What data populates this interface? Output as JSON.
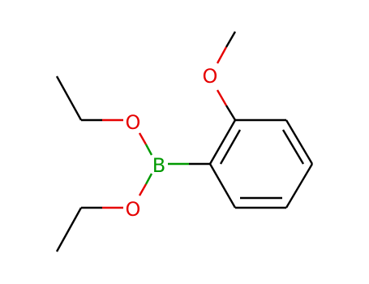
{
  "molecule": {
    "atoms": {
      "o_ethoxy_top": {
        "symbol": "O",
        "color": "#e60000"
      },
      "o_ethoxy_bottom": {
        "symbol": "O",
        "color": "#e60000"
      },
      "o_methoxy": {
        "symbol": "O",
        "color": "#e60000"
      },
      "boron": {
        "symbol": "B",
        "color": "#009900"
      }
    },
    "bond_color": "#000000"
  }
}
